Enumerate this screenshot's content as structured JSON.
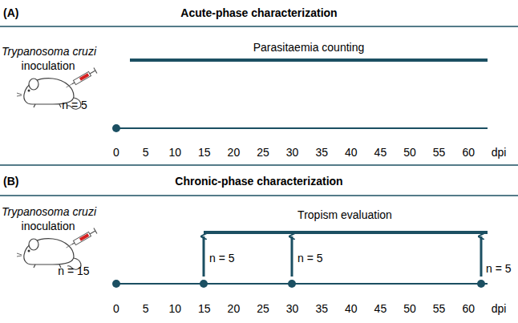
{
  "diagram": {
    "labels": [
      "(A)",
      "Acute-phase characterization",
      "Trypanosoma cruzi",
      "inoculation",
      "Parasitaemia counting",
      "n = 5",
      "0",
      "5",
      "10",
      "15",
      "20",
      "25",
      "30",
      "35",
      "40",
      "45",
      "50",
      "55",
      "60",
      "dpi",
      "(B)",
      "Chronic-phase characterization",
      "Trypanosoma cruzi",
      "inoculation",
      "Tropism evaluation",
      "n = 15",
      "n = 5",
      "n = 5",
      "n = 5",
      "0",
      "5",
      "10",
      "15",
      "20",
      "25",
      "30",
      "35",
      "40",
      "45",
      "50",
      "55",
      "60",
      "dpi"
    ]
  }
}
